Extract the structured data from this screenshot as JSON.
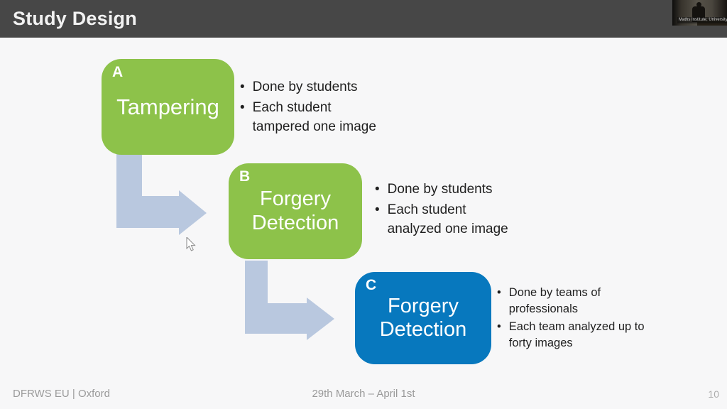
{
  "header": {
    "title": "Study Design"
  },
  "webcam": {
    "caption": "Maths Institute, University of Oxford"
  },
  "diagram": {
    "arrow_color": "#b9c8df",
    "steps": [
      {
        "label": "A",
        "title": "Tampering",
        "color": "#8dc24a",
        "bullets": [
          [
            "Done by students"
          ],
          [
            "Each student",
            "tampered one image"
          ]
        ]
      },
      {
        "label": "B",
        "title": "Forgery Detection",
        "color": "#8dc24a",
        "bullets": [
          [
            "Done by students"
          ],
          [
            "Each student",
            "analyzed one image"
          ]
        ]
      },
      {
        "label": "C",
        "title": "Forgery Detection",
        "color": "#0778be",
        "bullets": [
          [
            "Done by teams of",
            "professionals"
          ],
          [
            "Each team analyzed up to",
            "forty images"
          ]
        ]
      }
    ]
  },
  "footer": {
    "left": "DFRWS EU | Oxford",
    "center": "29th March – April 1st",
    "page_number": "10"
  }
}
